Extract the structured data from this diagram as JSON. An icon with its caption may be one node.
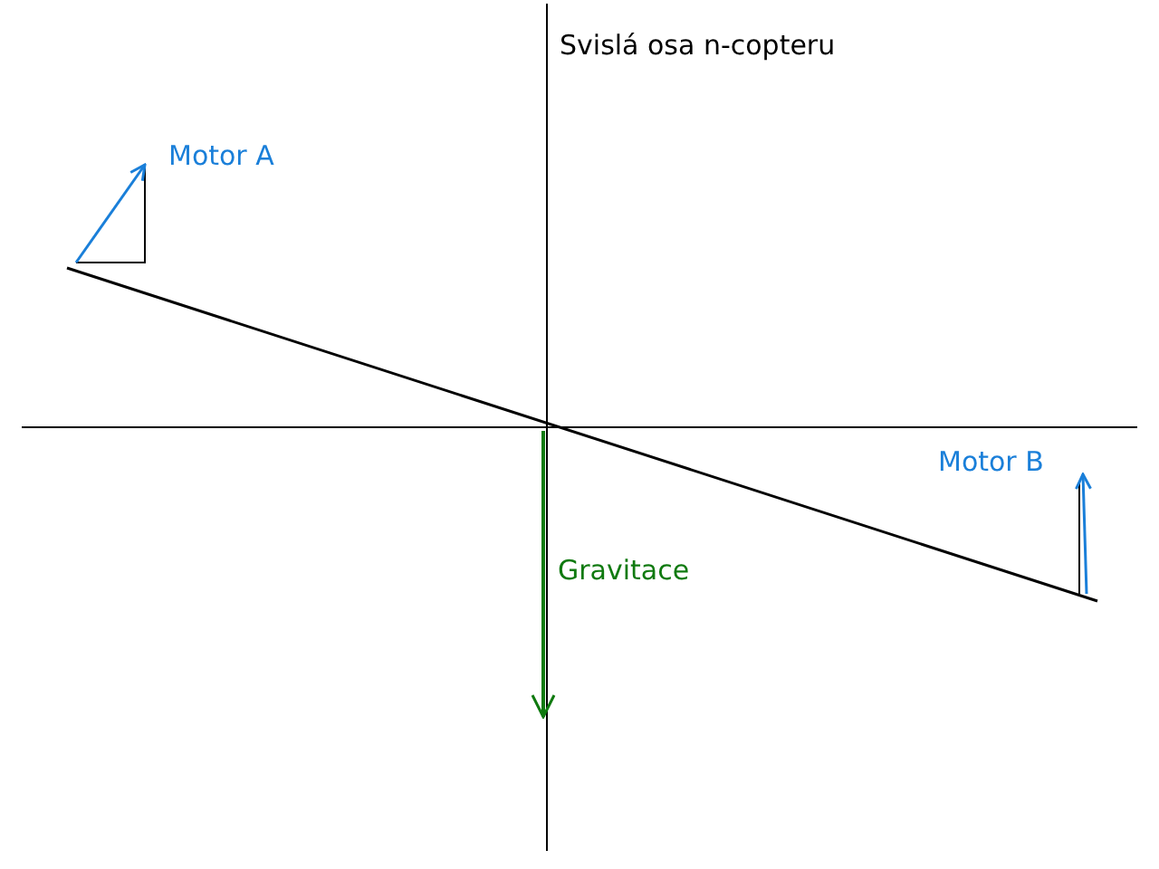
{
  "diagram": {
    "labels": [
      "Svislá osa n-copteru",
      "Motor A",
      "Motor B",
      "Gravitace"
    ]
  }
}
